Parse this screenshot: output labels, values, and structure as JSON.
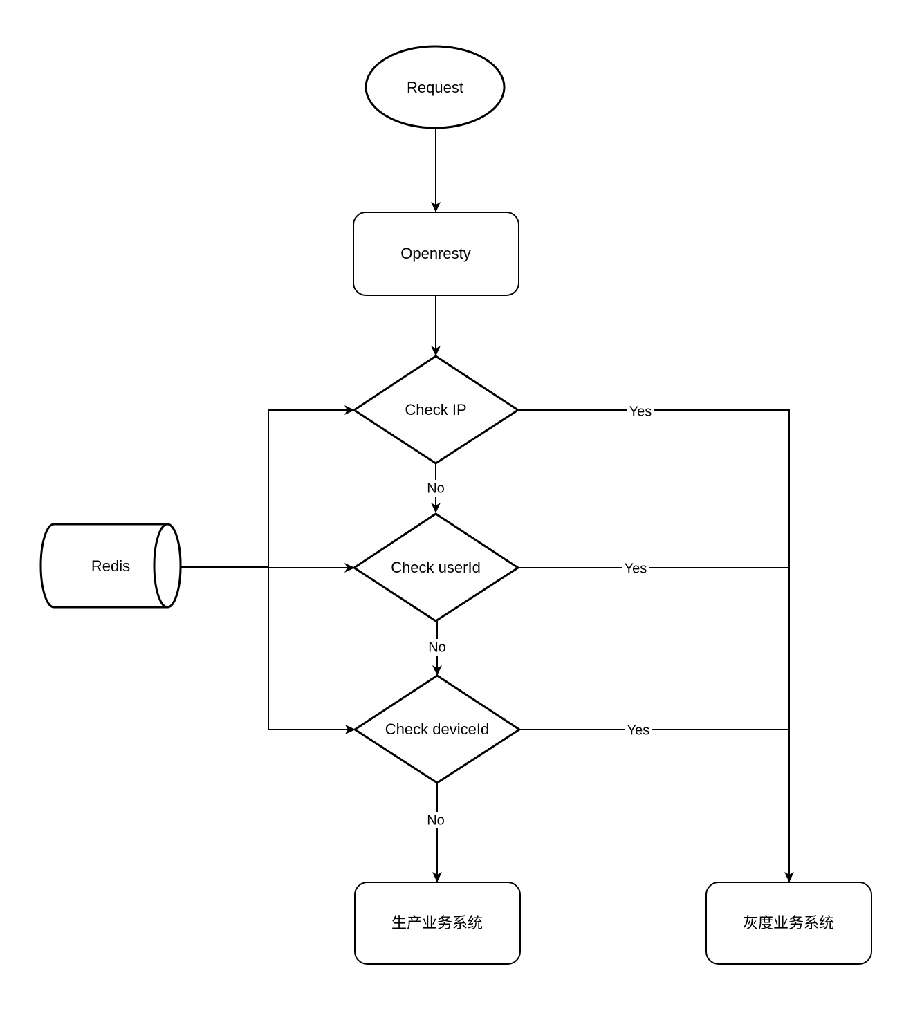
{
  "nodes": {
    "request": "Request",
    "openresty": "Openresty",
    "check_ip": "Check IP",
    "check_userid": "Check userId",
    "check_deviceid": "Check deviceId",
    "redis": "Redis",
    "production_system": "生产业务系统",
    "gray_system": "灰度业务系统"
  },
  "edges": {
    "ip_yes": "Yes",
    "ip_no": "No",
    "userid_yes": "Yes",
    "userid_no": "No",
    "deviceid_yes": "Yes",
    "deviceid_no": "No"
  }
}
